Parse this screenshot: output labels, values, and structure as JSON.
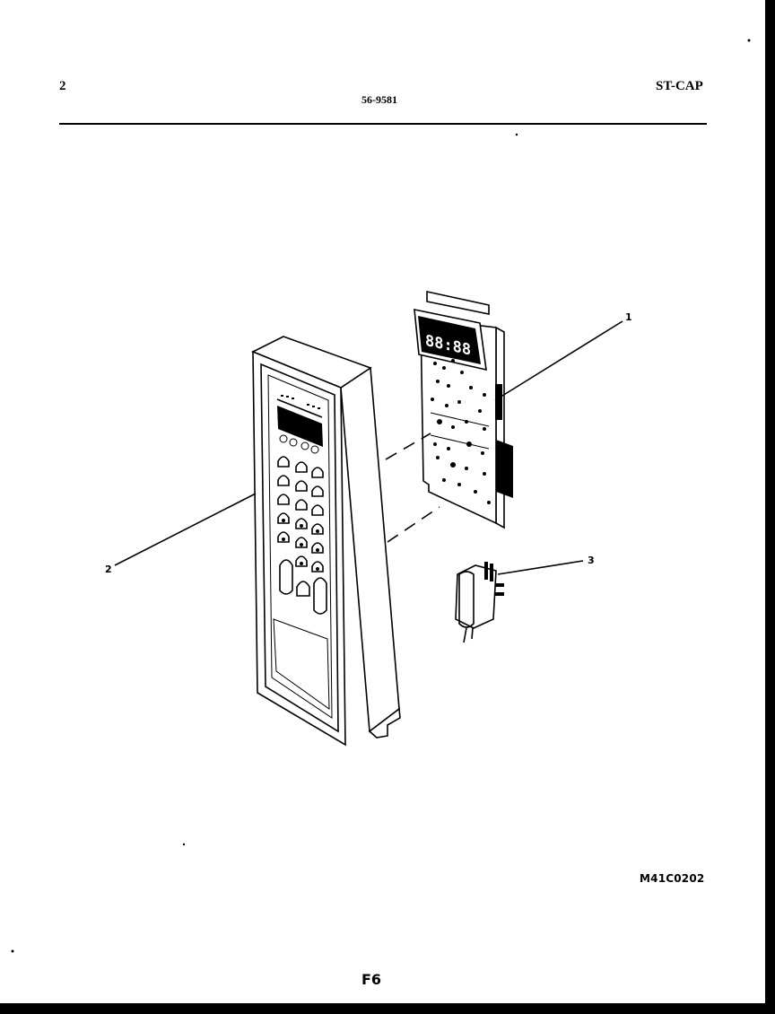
{
  "header": {
    "page_number": "2",
    "document_number": "56-9581",
    "model_code": "ST-CAP"
  },
  "diagram": {
    "callouts": [
      "1",
      "2",
      "3"
    ],
    "display_readout": "88:88",
    "diagram_code": "M41C0202",
    "figure_label": "F6"
  }
}
